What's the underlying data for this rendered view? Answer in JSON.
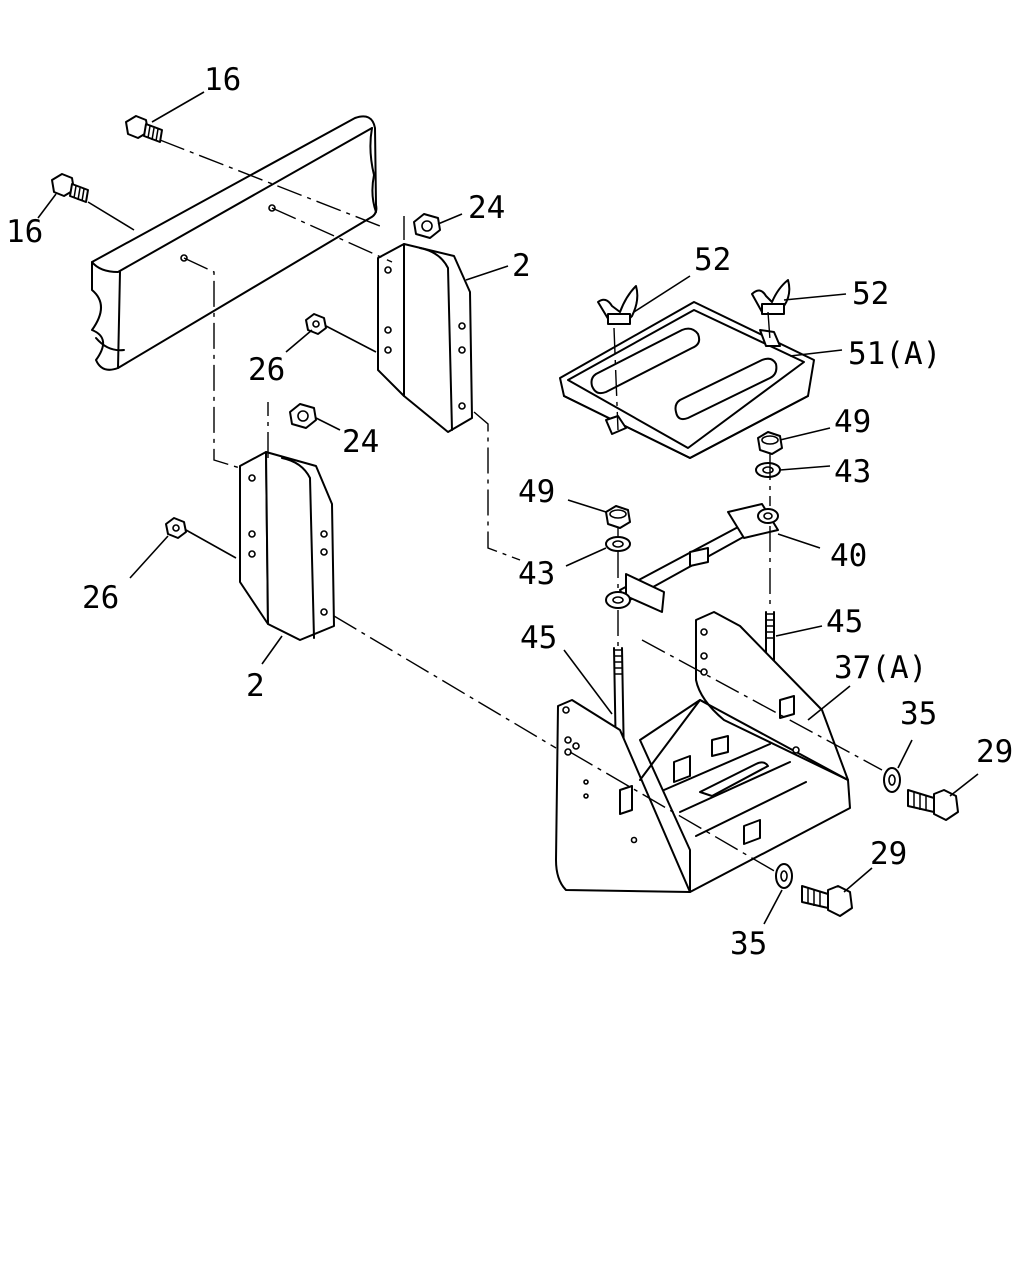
{
  "callouts": {
    "c16_top": "16",
    "c16_left": "16",
    "c24_upper": "24",
    "c2_upper": "2",
    "c26_upper": "26",
    "c24_lower": "24",
    "c26_lower": "26",
    "c2_lower": "2",
    "c52_left": "52",
    "c52_right": "52",
    "c51": "51(A)",
    "c49_right": "49",
    "c43_right": "43",
    "c49_left": "49",
    "c43_left": "43",
    "c40": "40",
    "c45_left": "45",
    "c45_right": "45",
    "c37": "37(A)",
    "c35_right": "35",
    "c29_right": "29",
    "c29_lower": "29",
    "c35_lower": "35"
  }
}
